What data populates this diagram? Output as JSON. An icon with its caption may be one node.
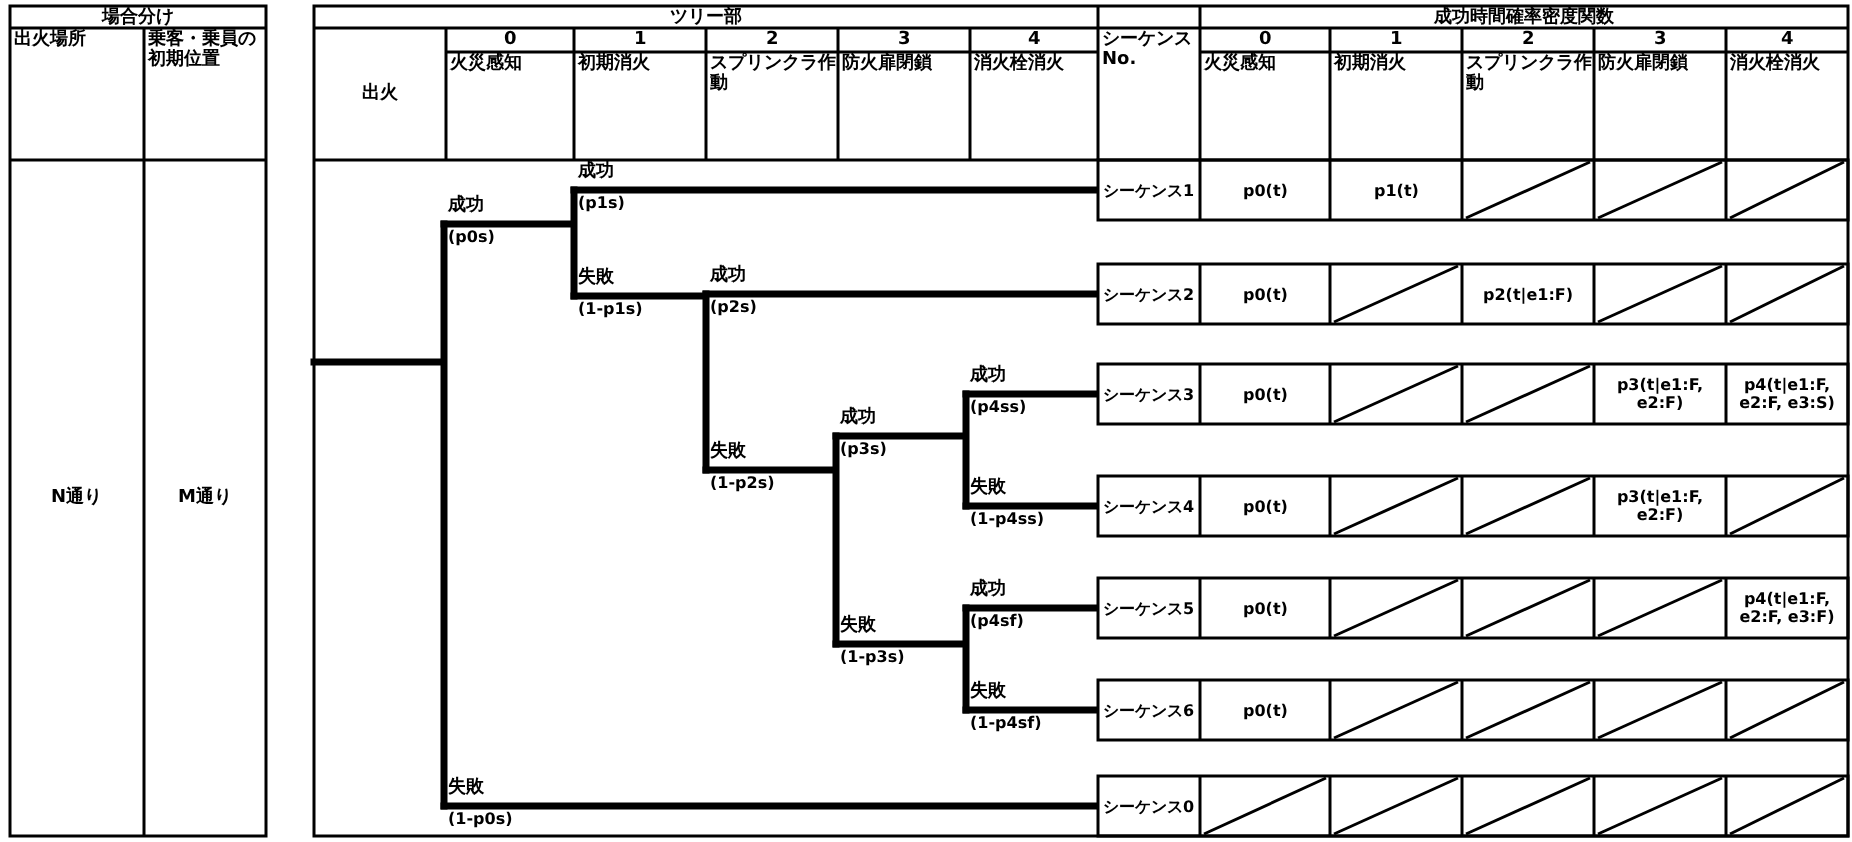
{
  "diagram": {
    "labels": [
      "場合分け",
      "出火場所",
      "乗客・乗員の初期位置",
      "N通り",
      "M通り",
      "ツリー部",
      "出火",
      "0",
      "火災感知",
      "1",
      "初期消火",
      "2",
      "スプリンクラ作動",
      "3",
      "防火扉閉鎖",
      "4",
      "消火栓消火",
      "シーケンスNo.",
      "成功時間確率密度関数",
      "0",
      "火災感知",
      "1",
      "初期消火",
      "2",
      "スプリンクラ作動",
      "3",
      "防火扉閉鎖",
      "4",
      "消火栓消火",
      "成功",
      "(p0s)",
      "成功",
      "(p1s)",
      "成功",
      "(p2s)",
      "失敗",
      "(1-p1s)",
      "成功",
      "失敗",
      "(p3s)",
      "(1-p2s)",
      "成功",
      "(p4ss)",
      "失敗",
      "(1-p4ss)",
      "成功",
      "失敗",
      "(p4sf)",
      "(1-p3s)",
      "失敗",
      "(1-p4sf)",
      "失敗",
      "(1-p0s)",
      "シーケンス1",
      "p0(t)",
      "p1(t)",
      "シーケンス2",
      "p0(t)",
      "p2(t|e1:F)",
      "シーケンス3",
      "p0(t)",
      "p3(t|e1:F, e2:F)",
      "p4(t|e1:F, e2:F, e3:S)",
      "シーケンス4",
      "p0(t)",
      "p3(t|e1:F, e2:F)",
      "シーケンス5",
      "p0(t)",
      "p4(t|e1:F, e2:F, e3:F)",
      "シーケンス6",
      "p0(t)",
      "シーケンス0"
    ]
  }
}
